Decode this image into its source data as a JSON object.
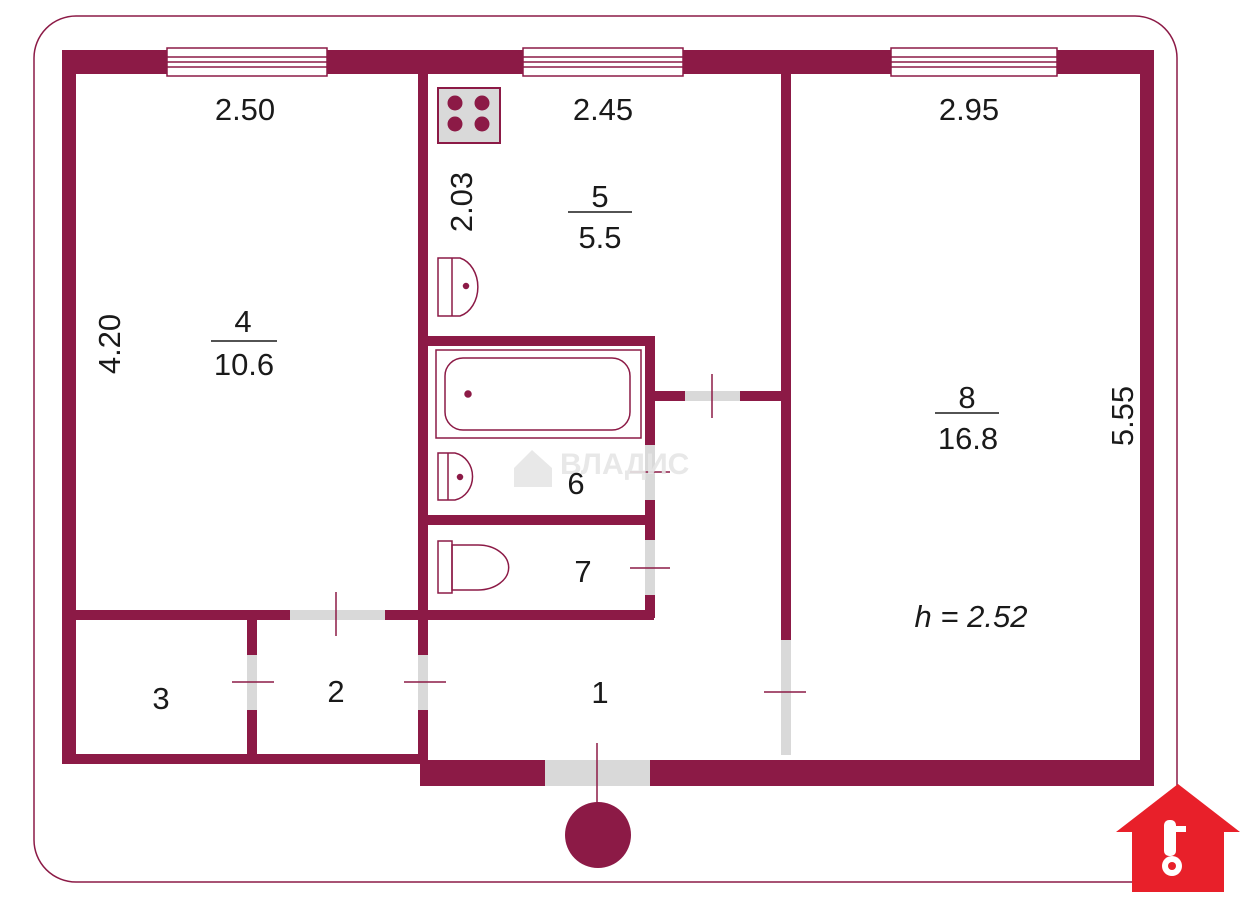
{
  "colors": {
    "wall": "#8c1a46",
    "frame": "#8c1a46",
    "door_gap": "#d9d9d9",
    "stove": "#d9d9d9",
    "logo_red": "#e8202a",
    "watermark": "#e6e6e6"
  },
  "dimensions": {
    "room4_width": "2.50",
    "kitchen_width": "2.45",
    "room8_width": "2.95",
    "room4_length": "4.20",
    "kitchen_length": "2.03",
    "room8_length": "5.55"
  },
  "rooms": {
    "r1": {
      "number": "1"
    },
    "r2": {
      "number": "2"
    },
    "r3": {
      "number": "3"
    },
    "r4": {
      "number": "4",
      "area": "10.6"
    },
    "r5": {
      "number": "5",
      "area": "5.5"
    },
    "r6": {
      "number": "6"
    },
    "r7": {
      "number": "7"
    },
    "r8": {
      "number": "8",
      "area": "16.8"
    }
  },
  "ceiling_height": "h = 2.52",
  "watermark_text": "ВЛАДИС",
  "icons": [
    "stove-icon",
    "sink-icon",
    "bathtub-icon",
    "toilet-icon",
    "entrance-marker-icon",
    "logo-house-key-icon"
  ]
}
